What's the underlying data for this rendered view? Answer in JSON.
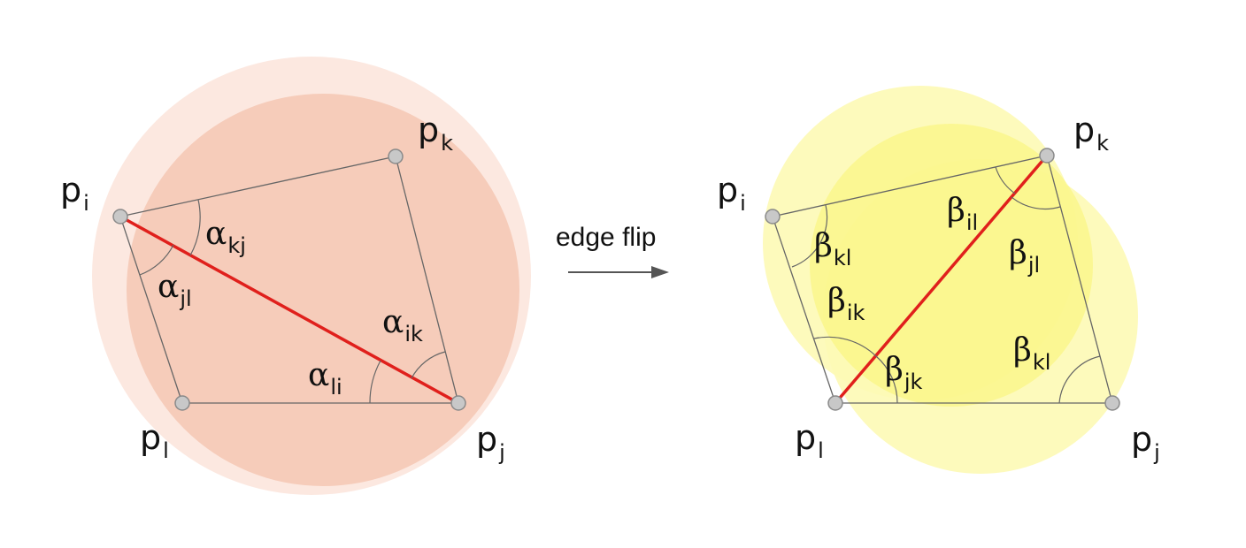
{
  "colors": {
    "left_outer_circle": "#fbe4da",
    "left_inner_circle": "#f5c7b3",
    "right_outer_circle": "#fdfab5",
    "right_inner_circle": "#f9f471",
    "flip_edge": "#e0201c",
    "thin_edge": "#666666",
    "vertex_fill": "#c8c8c8",
    "vertex_stroke": "#8a8a8a"
  },
  "left": {
    "vertices": {
      "pi": {
        "base": "p",
        "sub": "i"
      },
      "pk": {
        "base": "p",
        "sub": "k"
      },
      "pl": {
        "base": "p",
        "sub": "l"
      },
      "pj": {
        "base": "p",
        "sub": "j"
      }
    },
    "angles": {
      "kj": {
        "symbol": "α",
        "sub": "kj"
      },
      "jl": {
        "symbol": "α",
        "sub": "jl"
      },
      "ik": {
        "symbol": "α",
        "sub": "ik"
      },
      "li": {
        "symbol": "α",
        "sub": "li"
      }
    }
  },
  "transition": {
    "label": "edge flip",
    "icon": "arrow-right-icon"
  },
  "right": {
    "vertices": {
      "pi": {
        "base": "p",
        "sub": "i"
      },
      "pk": {
        "base": "p",
        "sub": "k"
      },
      "pl": {
        "base": "p",
        "sub": "l"
      },
      "pj": {
        "base": "p",
        "sub": "j"
      }
    },
    "angles": {
      "il": {
        "symbol": "β",
        "sub": "il"
      },
      "kl_left": {
        "symbol": "β",
        "sub": "kl"
      },
      "jl": {
        "symbol": "β",
        "sub": "jl"
      },
      "ik": {
        "symbol": "β",
        "sub": "ik"
      },
      "jk": {
        "symbol": "β",
        "sub": "jk"
      },
      "kl_right": {
        "symbol": "β",
        "sub": "kl"
      }
    }
  }
}
